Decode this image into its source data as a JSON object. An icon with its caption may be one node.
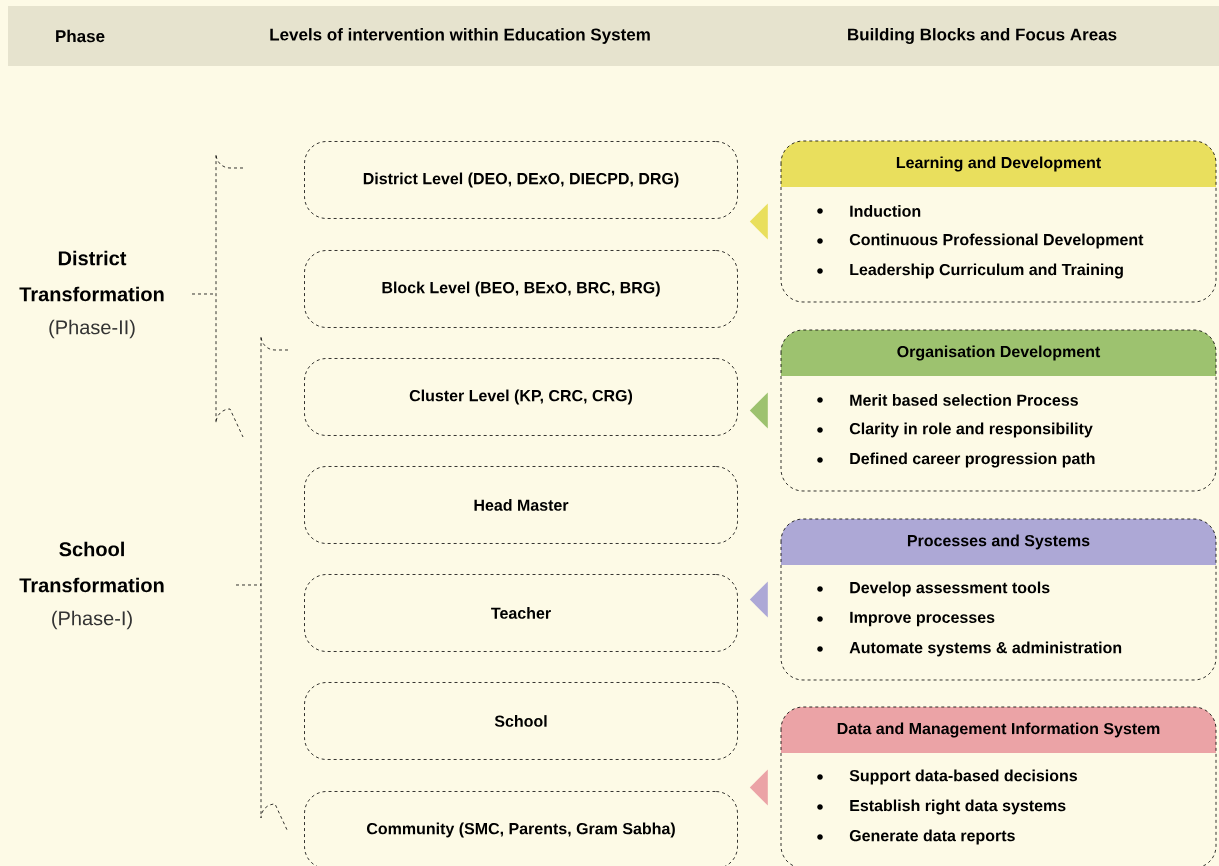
{
  "diagram": {
    "nodes": [
      {
        "text": [
          "District Transformation",
          "(Phase-II)"
        ]
      },
      {
        "text": [
          "School Transformation",
          "(Phase-I)"
        ]
      },
      {
        "text": [
          "District Level (DEO, DExO, DIECPD, DRG)"
        ]
      },
      {
        "text": [
          "Block Level (BEO, BExO, BRC, BRG)"
        ]
      },
      {
        "text": [
          "Cluster Level (KP, CRC, CRG)"
        ]
      },
      {
        "text": [
          "Head Master"
        ]
      },
      {
        "text": [
          "Teacher"
        ]
      },
      {
        "text": [
          "School"
        ]
      },
      {
        "text": [
          "Community (SMC, Parents, Gram Sabha)"
        ]
      },
      {
        "text": [
          "Learning and Development",
          "Induction",
          "Continuous Professional Development",
          "Leadership Curriculum and Training"
        ]
      },
      {
        "text": [
          "Organisation Development",
          "Merit based selection Process",
          "Clarity in role and responsibility",
          "Defined career progression path"
        ]
      },
      {
        "text": [
          "Processes and Systems",
          "Develop assessment tools",
          "Improve processes",
          "Automate systems & administration"
        ]
      },
      {
        "text": [
          "Data and Management Information System",
          "Support data-based decisions",
          "Establish right data systems",
          "Generate data reports"
        ]
      }
    ],
    "edges": [
      {
        "from": 9,
        "to": null,
        "arrow": "to",
        "color": "#e9df5d"
      },
      {
        "from": 10,
        "to": null,
        "arrow": "to",
        "color": "#9dc26f"
      },
      {
        "from": 11,
        "to": null,
        "arrow": "to",
        "color": "#ada8d6"
      },
      {
        "from": 12,
        "to": null,
        "arrow": "to",
        "color": "#eba3a6"
      }
    ],
    "labels": [
      "Phase",
      "Levels of intervention within Education System",
      "Building Blocks and Focus Areas"
    ]
  }
}
